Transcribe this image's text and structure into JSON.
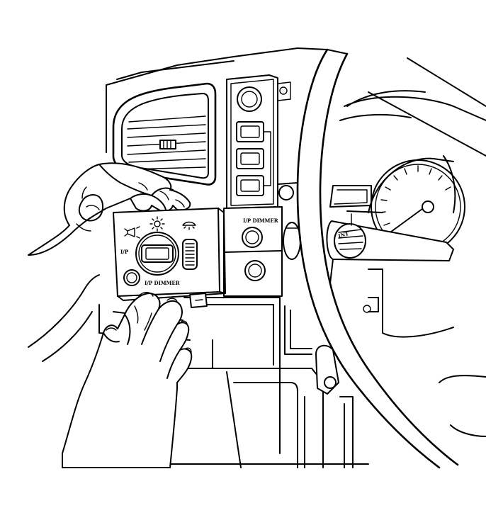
{
  "panel_labels": {
    "headlamp_switch_left": "I/P",
    "headlamp_switch_bottom": "I/P DIMMER",
    "dimmer_knob_top": "I/P DIMMER",
    "stalk_label": "INT"
  }
}
